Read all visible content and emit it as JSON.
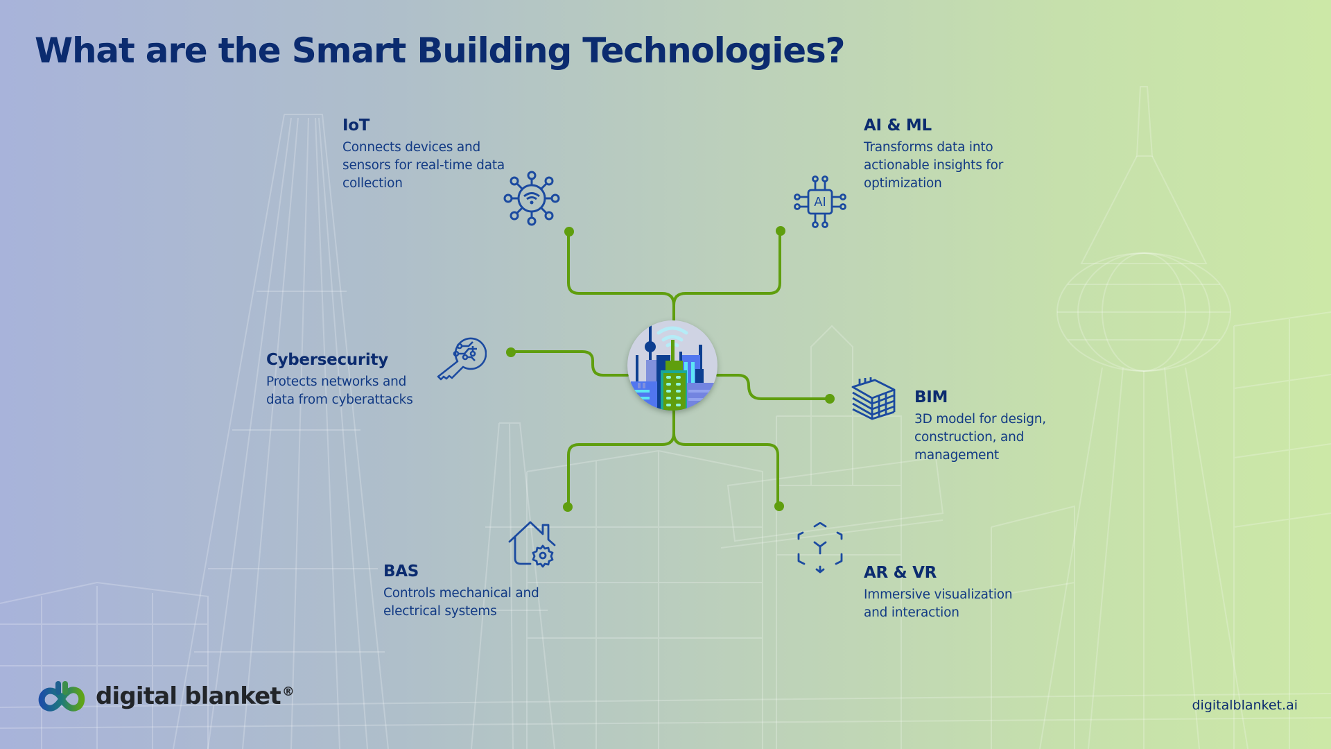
{
  "title": "What are the Smart Building Technologies?",
  "colors": {
    "heading": "#0b2b6f",
    "body_text": "#123a84",
    "icon_stroke": "#1b4aa0",
    "connector": "#5f9e0e",
    "background_left": "#a8b3da",
    "background_right": "#cce8a7"
  },
  "hub": {
    "icon": "smart-city-icon"
  },
  "technologies": [
    {
      "id": "iot",
      "title": "IoT",
      "description": "Connects devices and sensors for real-time data collection",
      "icon": "iot-network-icon"
    },
    {
      "id": "ai-ml",
      "title": "AI & ML",
      "description": "Transforms data into actionable insights for optimization",
      "icon": "ai-chip-icon"
    },
    {
      "id": "cybersecurity",
      "title": "Cybersecurity",
      "description": "Protects networks and data from cyberattacks",
      "icon": "digital-key-icon"
    },
    {
      "id": "bim",
      "title": "BIM",
      "description": "3D model for design, construction, and management",
      "icon": "building-model-icon"
    },
    {
      "id": "bas",
      "title": "BAS",
      "description": "Controls mechanical and electrical systems",
      "icon": "house-gear-icon"
    },
    {
      "id": "ar-vr",
      "title": "AR & VR",
      "description": "Immersive visualization and interaction",
      "icon": "ar-cube-icon"
    }
  ],
  "footer": {
    "brand": "digital blanket",
    "registered": "®",
    "website": "digitalblanket.ai"
  }
}
